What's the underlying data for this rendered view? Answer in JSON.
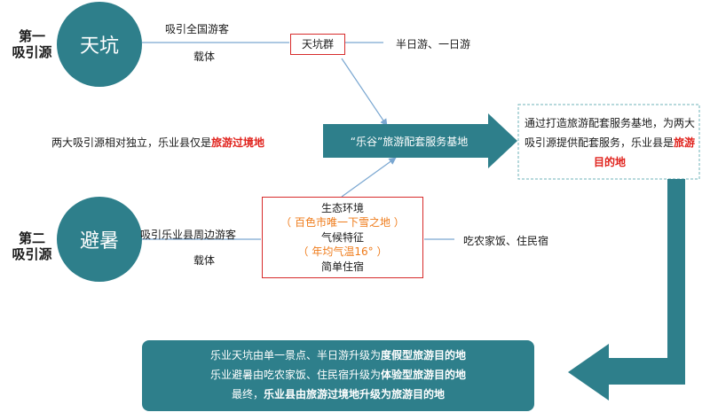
{
  "source1": {
    "label_line1": "第一",
    "label_line2": "吸引源",
    "circle_text": "天坑",
    "attract_text": "吸引全国游客",
    "carrier_text": "载体",
    "product_box": "天坑群",
    "tour_text": "半日游、一日游"
  },
  "middle": {
    "left_text_prefix": "两大吸引源相对独立，乐业县仅是",
    "left_text_highlight": "旅游过境地",
    "hub_label": "“乐谷”旅游配套服务基地",
    "right_text_prefix": "通过打造旅游配套服务基地，为两大吸引源提供配套服务，乐业县是",
    "right_text_highlight": "旅游目的地"
  },
  "source2": {
    "label_line1": "第二",
    "label_line2": "吸引源",
    "circle_text": "避暑",
    "attract_text": "吸引乐业县周边游客",
    "carrier_text": "载体",
    "box_line1": "生态环境",
    "box_line2": "（ 百色市唯一下雪之地 ）",
    "box_line3": "气候特征",
    "box_line4": "（ 年均气温16° ）",
    "box_line5": "简单住宿",
    "tour_text": "吃农家饭、住民宿"
  },
  "conclusion": {
    "line1_prefix": "乐业天坑由单一景点、半日游升级为",
    "line1_highlight": "度假型旅游目的地",
    "line2_prefix": "乐业避暑由吃农家饭、住民宿升级为",
    "line2_highlight": "体验型旅游目的地",
    "line3_prefix": "最终，",
    "line3_highlight": "乐业县由旅游过境地升级为旅游目的地"
  },
  "colors": {
    "teal": "#2e7f8b",
    "red": "#e0221c",
    "orange": "#ef7b1a",
    "arrow_blue": "#7aa7d1"
  }
}
